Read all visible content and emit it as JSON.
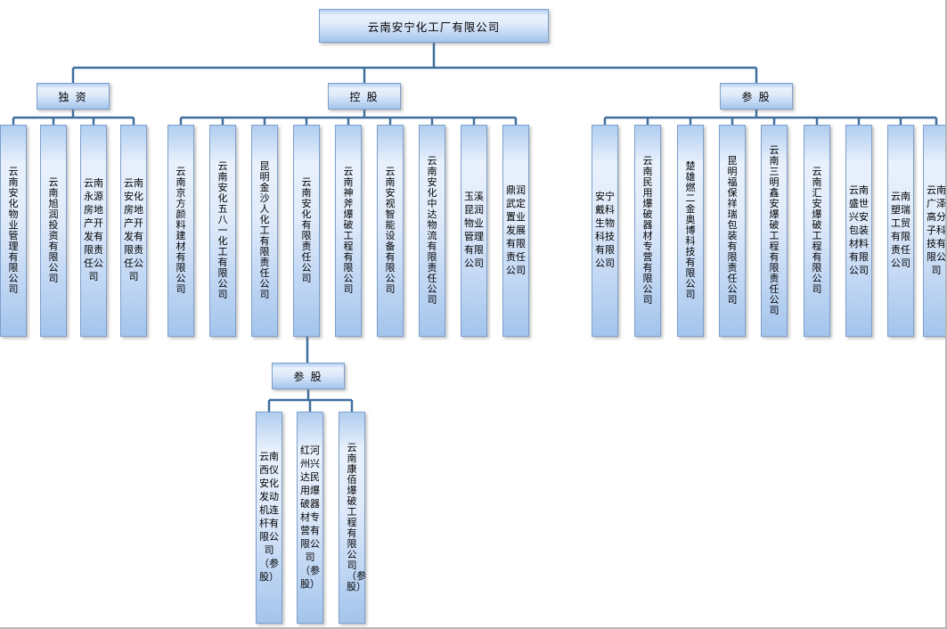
{
  "root": {
    "label": "云南安宁化工厂有限公司"
  },
  "branches": [
    {
      "id": "duzi",
      "label": "独 资",
      "companies": [
        {
          "name": "云南安化物业管理有限公司",
          "cols": 1
        },
        {
          "name": "云南旭润投资有限公司",
          "cols": 1
        },
        {
          "name": "云南永源房地产开发有限责任公司",
          "cols": 2
        },
        {
          "name": "云南安化房地产开发有限责任公司",
          "cols": 2
        }
      ]
    },
    {
      "id": "konggu",
      "label": "控 股",
      "companies": [
        {
          "name": "云南京方颜料建材有限公司",
          "cols": 1
        },
        {
          "name": "云南安化五八一化工有限公司",
          "cols": 1
        },
        {
          "name": "昆明金沙人化工有限责任公司",
          "cols": 1
        },
        {
          "name": "云南安化有限责任公司",
          "cols": 1
        },
        {
          "name": "云南神斧爆破工程有限公司",
          "cols": 1
        },
        {
          "name": "云南安视智能设备有限公司",
          "cols": 1
        },
        {
          "name": "云南安化中达物流有限责任公司",
          "cols": 1
        },
        {
          "name": "玉溪昆润物业管理有限公司",
          "cols": 2
        },
        {
          "name": "鼎润武定置业发展有限责任公司",
          "cols": 2
        }
      ]
    },
    {
      "id": "cangu",
      "label": "参 股",
      "companies": [
        {
          "name": "安宁戴科生物科技有限公司",
          "cols": 2
        },
        {
          "name": "云南民用爆破器材专营有限公司",
          "cols": 1
        },
        {
          "name": "楚雄燃二金奥博科技有限公司",
          "cols": 1
        },
        {
          "name": "昆明福保祥瑞包装有限责任公司",
          "cols": 1
        },
        {
          "name": "云南三明鑫安爆破工程有限责任公司",
          "cols": 1
        },
        {
          "name": "云南汇安爆破工程有限公司",
          "cols": 1
        },
        {
          "name": "云南盛世兴安包装材料有限公司",
          "cols": 2
        },
        {
          "name": "云南塑瑞工贸有限责任公司",
          "cols": 2
        },
        {
          "name": "云南广泽高分子科技有限公司",
          "cols": 2
        }
      ]
    }
  ],
  "sub_branch": {
    "id": "sub",
    "label": "参 股",
    "parent": "云南安化有限责任公司",
    "companies": [
      {
        "name": "云南西仪安化发动机连杆有限公司（参股）",
        "cols": 2
      },
      {
        "name": "红河州兴达民用爆破器材专营有限公司（参股）",
        "cols": 2
      },
      {
        "name": "云南康佰爆破工程有限公司（参股）",
        "cols": 1
      }
    ]
  },
  "colors": {
    "connector": "#3f6f9f",
    "node_border": "#7da0cc",
    "node_fill_top": "#e9f1fc",
    "node_fill_bottom": "#a3c4ec"
  }
}
